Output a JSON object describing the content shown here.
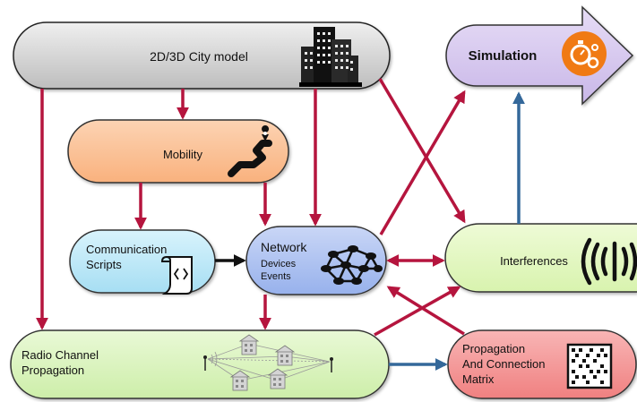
{
  "nodes": {
    "city": {
      "label": "2D/3D City model"
    },
    "simulation": {
      "label": "Simulation"
    },
    "mobility": {
      "label": "Mobility"
    },
    "communication": {
      "line1": "Communication",
      "line2": "Scripts"
    },
    "network": {
      "title": "Network",
      "line1": "Devices",
      "line2": "Events"
    },
    "interferences": {
      "label": "Interferences"
    },
    "radio": {
      "line1": "Radio Channel",
      "line2": "Propagation"
    },
    "propagation": {
      "line1": "Propagation",
      "line2": "And Connection",
      "line3": "Matrix"
    }
  },
  "colors": {
    "arrow_red": "#b5153e",
    "arrow_blue": "#34689a",
    "city": "#c8c8c8",
    "simulation": "#d2c3ea",
    "mobility": "#fbc196",
    "communication": "#b9e7f7",
    "network": "#a9bff0",
    "interferences": "#e3f7bf",
    "radio": "#daf3bc",
    "propagation": "#f59595",
    "sim_icon": "#f07a14"
  },
  "icons": {
    "city": "buildings-icon",
    "simulation": "gears-timer-icon",
    "mobility": "route-pin-icon",
    "communication": "script-code-icon",
    "network": "mesh-network-icon",
    "interferences": "signal-waves-icon",
    "radio": "radio-propagation-icon",
    "propagation": "matrix-icon"
  }
}
